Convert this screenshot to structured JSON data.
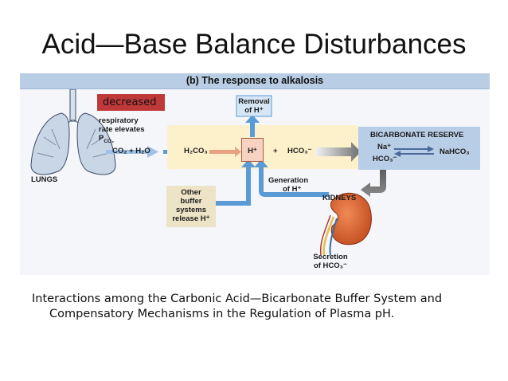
{
  "slide": {
    "title": "Acid—Base Balance Disturbances",
    "caption_line1": "Interactions among the Carbonic Acid—Bicarbonate Buffer System and",
    "caption_line2": "Compensatory Mechanisms in the Regulation of Plasma pH."
  },
  "figure": {
    "header": "(b) The response to alkalosis",
    "overlay_label": "decreased",
    "lungs_text": [
      "respiratory",
      "rate elevates"
    ],
    "pco2_base": "P",
    "pco2_sub": "CO₂",
    "lungs_label": "LUNGS",
    "equation": {
      "reactants": "CO₂ + H₂O",
      "carbonic_acid": "H₂CO₃",
      "hydrogen_ion": "H⁺",
      "plus": "+",
      "bicarbonate": "HCO₃⁻"
    },
    "removal": [
      "Removal",
      "of H⁺"
    ],
    "generation": [
      "Generation",
      "of H⁺"
    ],
    "bicarbonate_reserve": {
      "title": "BICARBONATE RESERVE",
      "na": "Na⁺",
      "hco3": "HCO₃⁻",
      "nahco3": "NaHCO₃"
    },
    "other_buffers": [
      "Other",
      "buffer",
      "systems",
      "release H⁺"
    ],
    "kidneys": "KIDNEYS",
    "secretion": [
      "Secretion",
      "of HCO₃⁻"
    ]
  },
  "colors": {
    "header": "#b9cde4",
    "yellow_band": "#fdf1cc",
    "blue_arrow": "#5b9bd5",
    "reserve_box": "#b8cde6",
    "buffer_box": "#ede3c6",
    "overlay": "#c0393a",
    "kidney": "#d35a2e"
  }
}
